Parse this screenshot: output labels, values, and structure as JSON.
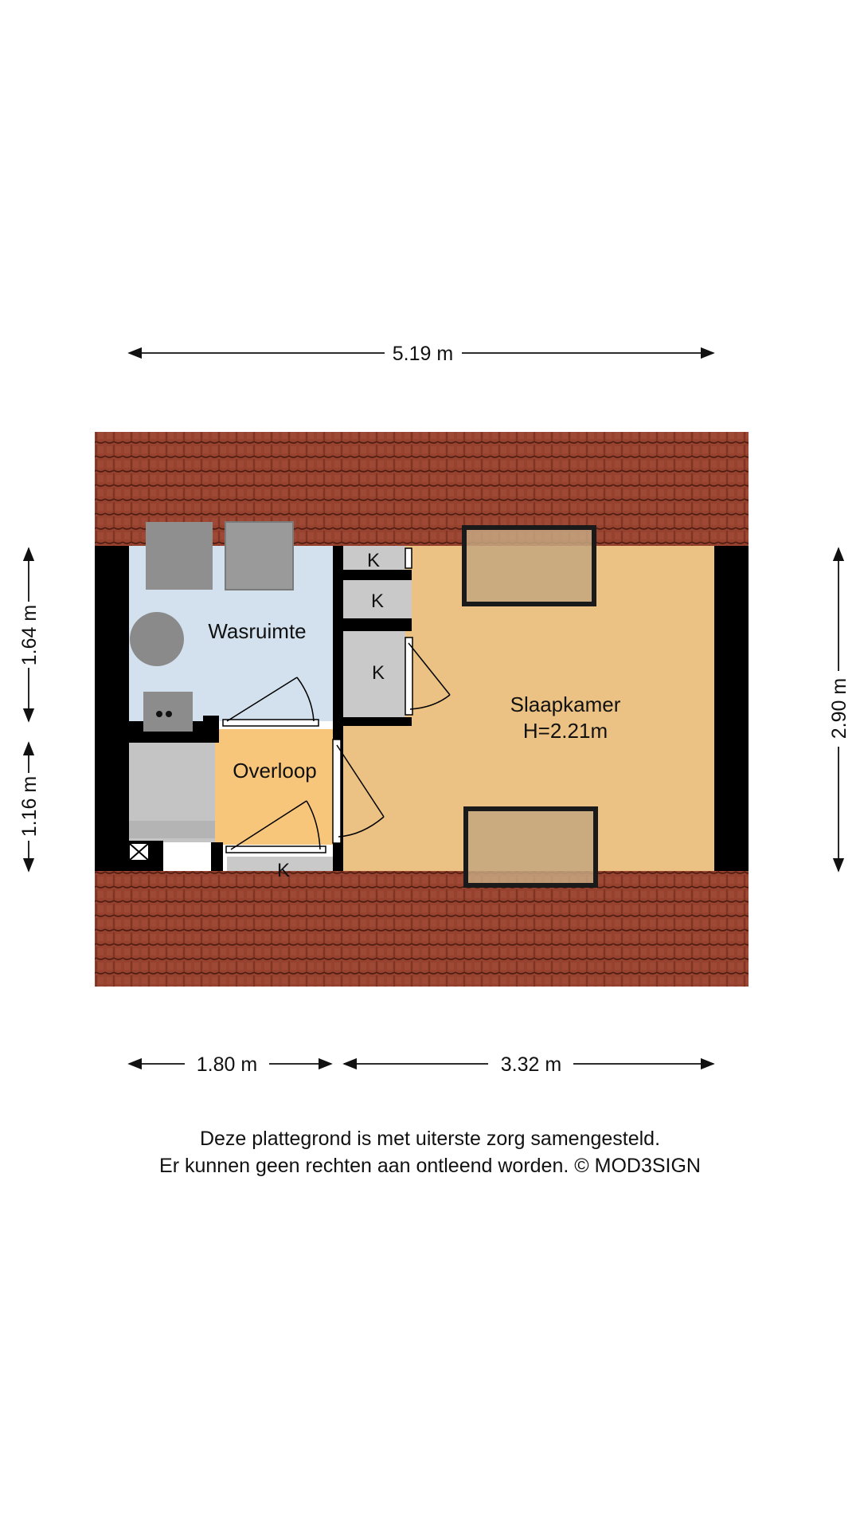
{
  "plan": {
    "rooms": {
      "wasruimte": "Wasruimte",
      "overloop": "Overloop",
      "slaapkamer": "Slaapkamer",
      "slaapkamer_height": "H=2.21m"
    },
    "closet_label": "K",
    "dimensions": {
      "top_width": "5.19 m",
      "left_upper": "1.64 m",
      "left_lower": "1.16 m",
      "right_height": "2.90 m",
      "bottom_left": "1.80 m",
      "bottom_right": "3.32 m"
    }
  },
  "colors": {
    "roof": "#97412f",
    "wasruimte": "#d3e1ee",
    "overloop": "#f8c67a",
    "slaapkamer": "#ebc283",
    "closet": "#c9c9c9",
    "wall": "#000000"
  },
  "footer": {
    "line1": "Deze plattegrond is met uiterste zorg samengesteld.",
    "line2": "Er kunnen geen rechten aan ontleend worden. © MOD3SIGN"
  }
}
